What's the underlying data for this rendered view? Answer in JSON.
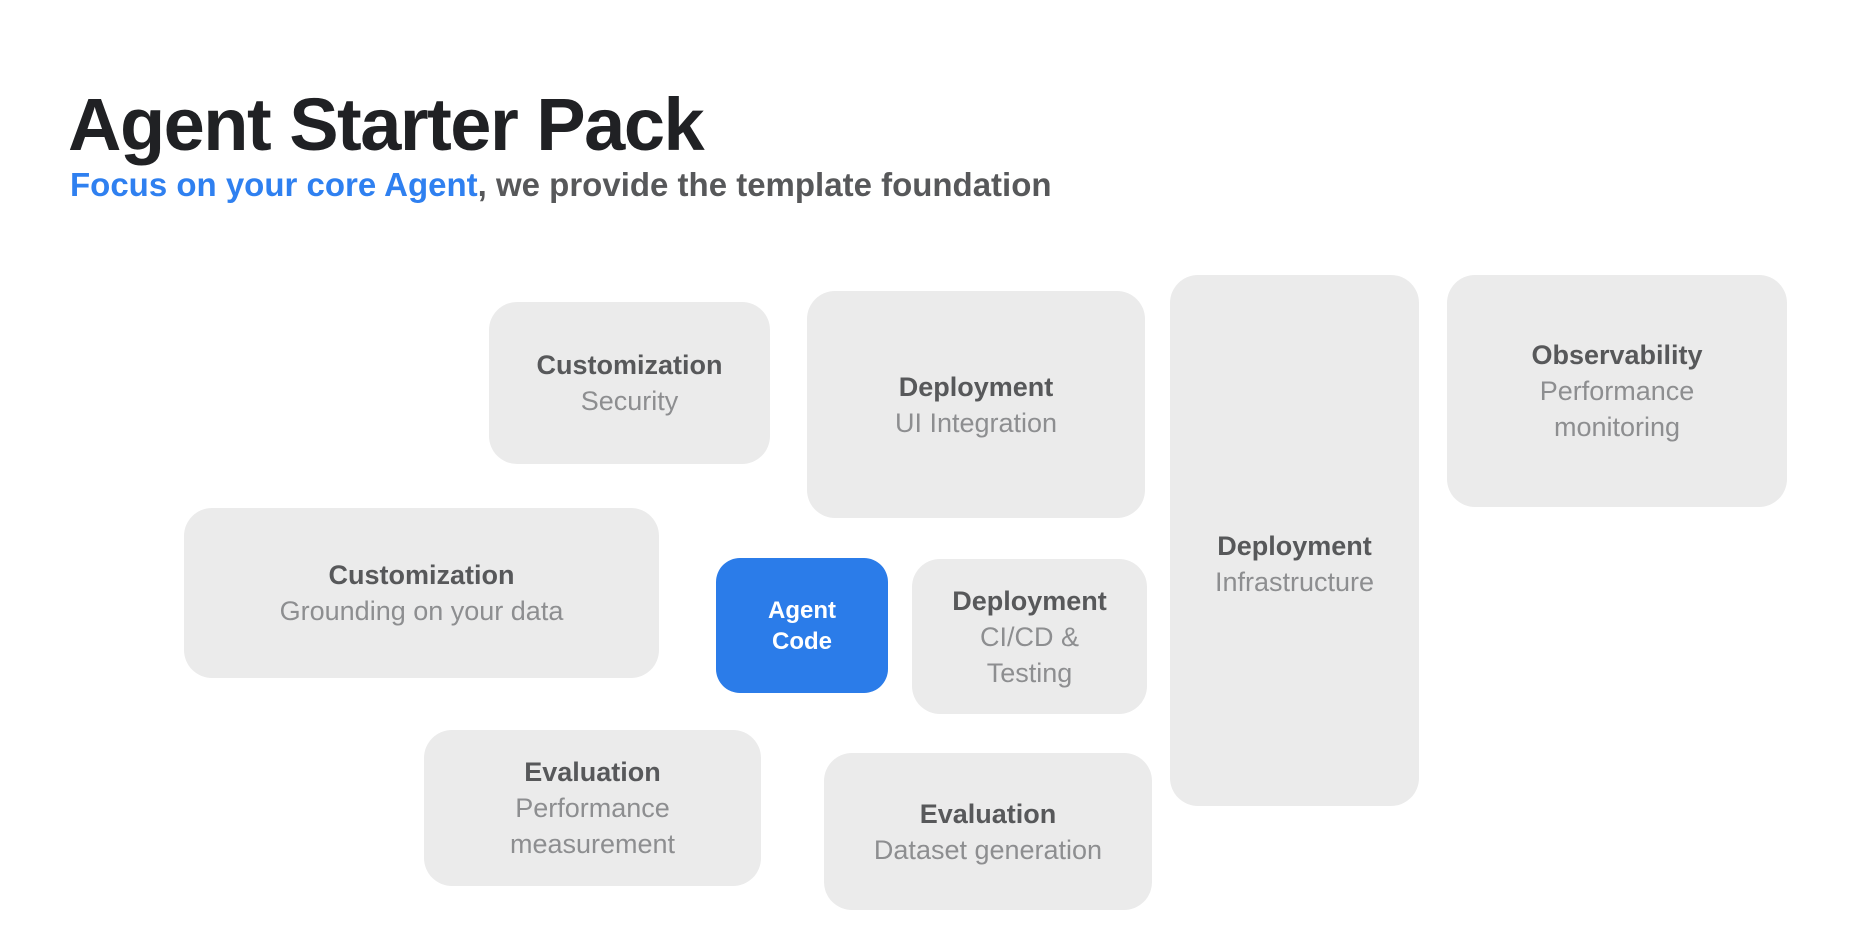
{
  "header": {
    "title": "Agent Starter Pack",
    "subtitle": {
      "highlight": "Focus on your core Agent",
      "rest": ", we provide the template foundation"
    }
  },
  "colors": {
    "accent_blue": "#2b7ce9",
    "subtitle_blue": "#2f80f0",
    "box_gray": "#ebebeb",
    "box_title_gray": "#57585a",
    "box_subtitle_gray": "#8d8e90",
    "title_dark": "#202124"
  },
  "blocks": [
    {
      "id": "customization-security",
      "title": "Customization",
      "subtitle": "Security"
    },
    {
      "id": "deployment-ui-integration",
      "title": "Deployment",
      "subtitle": "UI Integration"
    },
    {
      "id": "deployment-infrastructure",
      "title": "Deployment",
      "subtitle": "Infrastructure"
    },
    {
      "id": "observability-performance-monitoring",
      "title": "Observability",
      "subtitle": "Performance monitoring"
    },
    {
      "id": "customization-grounding-on-your-data",
      "title": "Customization",
      "subtitle": "Grounding on your data"
    },
    {
      "id": "agent-code",
      "title": "Agent",
      "subtitle": "Code",
      "variant": "accent"
    },
    {
      "id": "deployment-cicd-testing",
      "title": "Deployment",
      "subtitle": "CI/CD & Testing"
    },
    {
      "id": "evaluation-performance-measurement",
      "title": "Evaluation",
      "subtitle": "Performance measurement"
    },
    {
      "id": "evaluation-dataset-generation",
      "title": "Evaluation",
      "subtitle": "Dataset generation"
    }
  ]
}
